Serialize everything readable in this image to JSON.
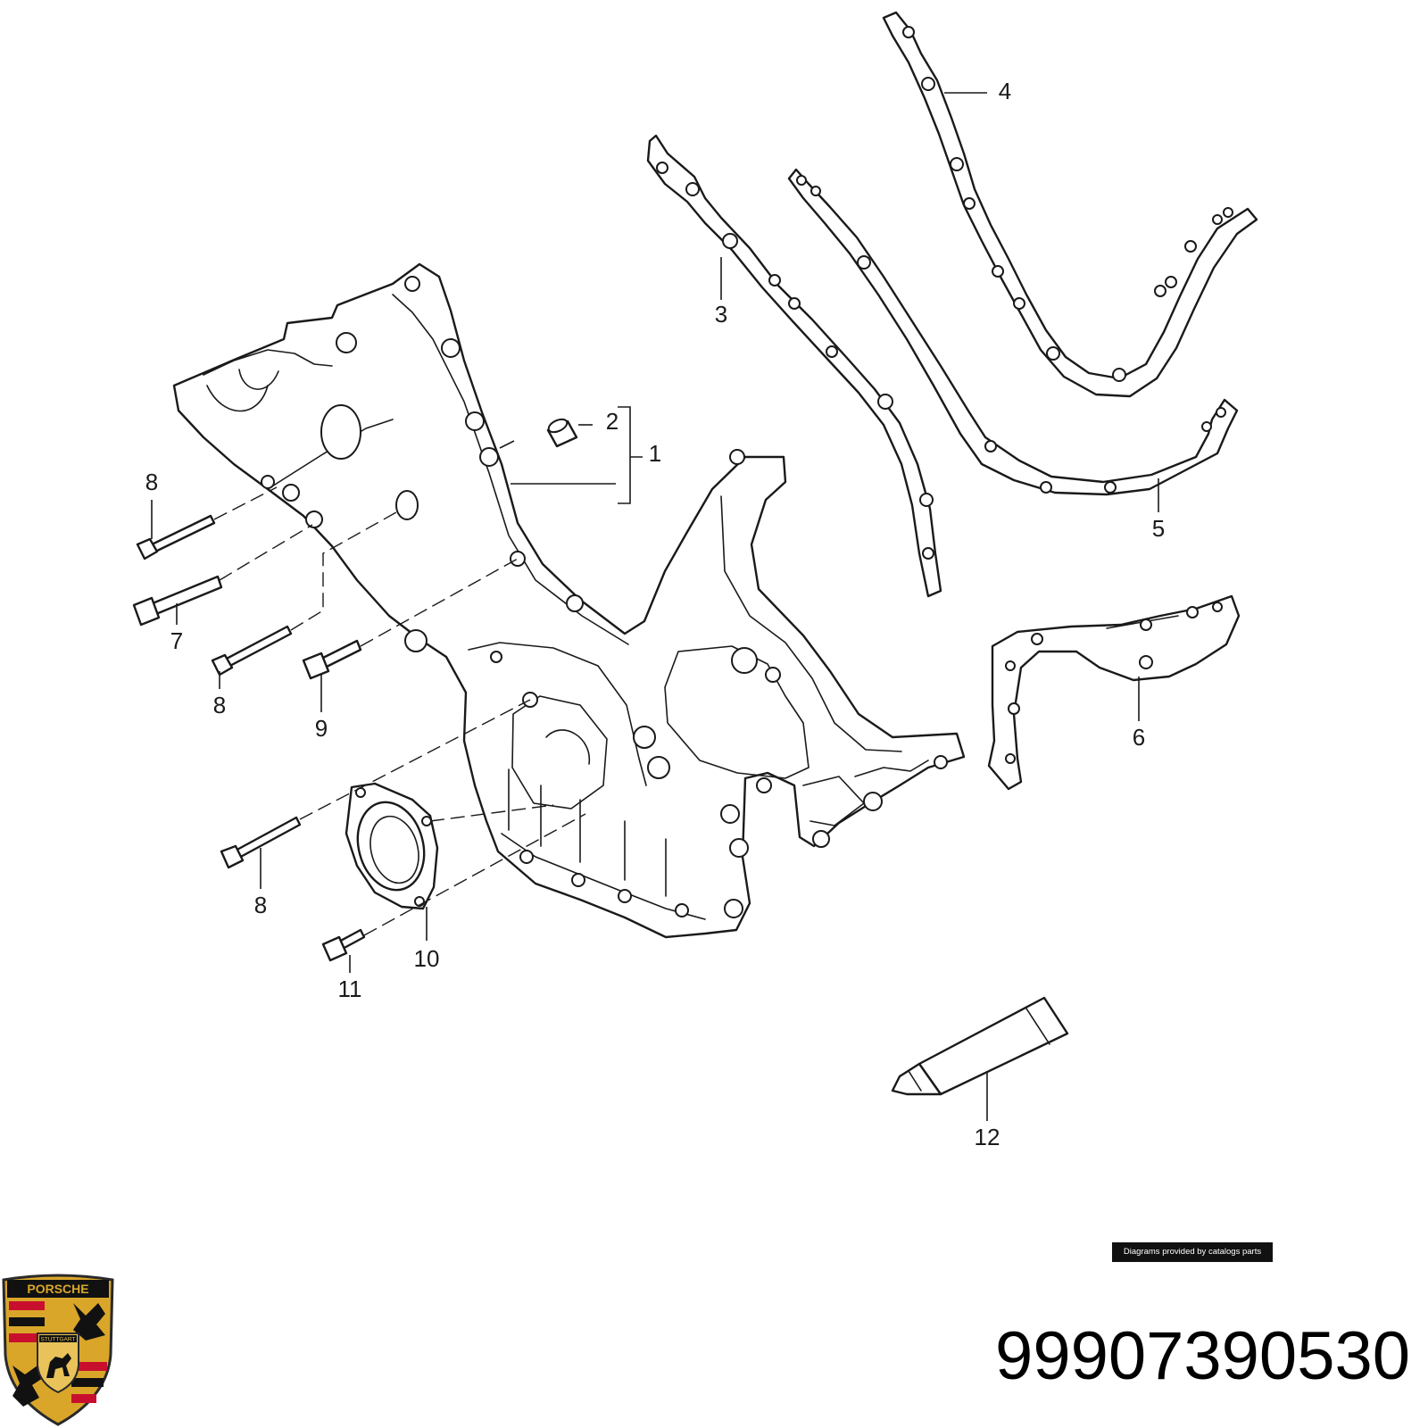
{
  "diagram": {
    "callouts": [
      {
        "id": "c1",
        "label": "1"
      },
      {
        "id": "c2",
        "label": "2"
      },
      {
        "id": "c3",
        "label": "3"
      },
      {
        "id": "c4",
        "label": "4"
      },
      {
        "id": "c5",
        "label": "5"
      },
      {
        "id": "c6",
        "label": "6"
      },
      {
        "id": "c7",
        "label": "7"
      },
      {
        "id": "c8a",
        "label": "8"
      },
      {
        "id": "c8b",
        "label": "8"
      },
      {
        "id": "c8c",
        "label": "8"
      },
      {
        "id": "c9",
        "label": "9"
      },
      {
        "id": "c10",
        "label": "10"
      },
      {
        "id": "c11",
        "label": "11"
      },
      {
        "id": "c12",
        "label": "12"
      }
    ]
  },
  "credit": {
    "text": "Diagrams provided by catalogs parts"
  },
  "part_number": "99907390530",
  "brand": {
    "name": "PORSCHE",
    "city": "STUTTGART",
    "colors": {
      "gold": "#d9a62a",
      "red": "#c8102e",
      "black": "#111111"
    }
  }
}
